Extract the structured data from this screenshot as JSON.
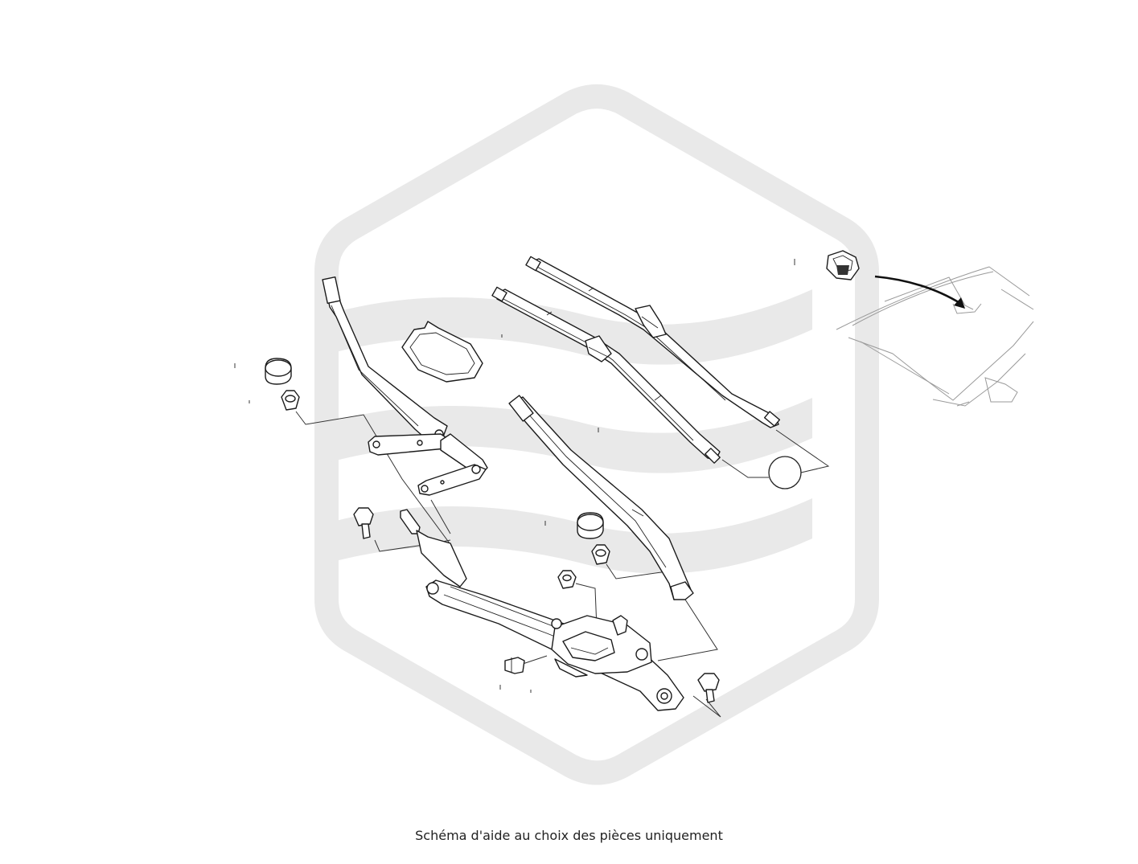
{
  "caption": "Schéma d'aide au choix des pièces uniquement",
  "colors": {
    "watermark": "#e9e9e9",
    "line": "#1b1b1b",
    "background": "#ffffff"
  },
  "parts": [
    "windshield-wiper-motor-linkage",
    "left-wiper-arm",
    "right-wiper-arm",
    "driver-side-wiper-blade",
    "passenger-side-wiper-blade",
    "wiper-arm-cap",
    "wiper-arm-nut",
    "linkage-mounting-bolt",
    "rain-sensor",
    "rain-sensor-cover"
  ]
}
